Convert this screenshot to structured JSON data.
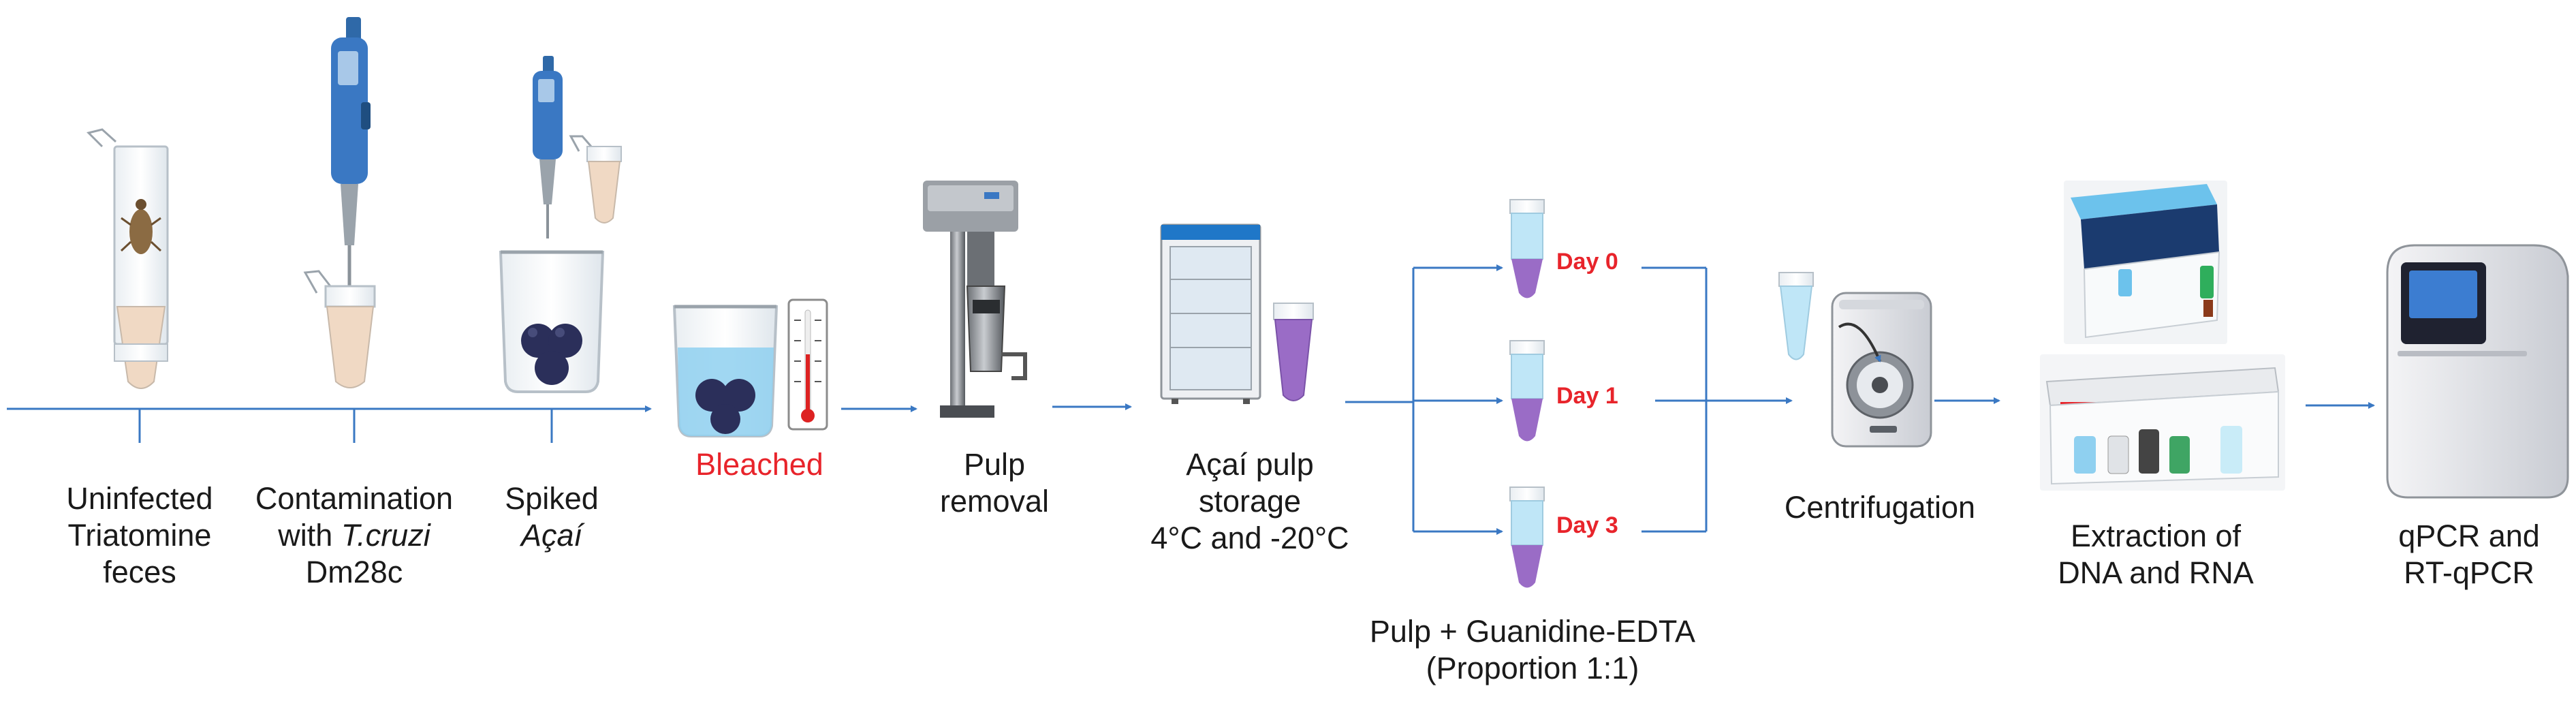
{
  "steps": {
    "uninfected": {
      "line1": "Uninfected",
      "line2": "Triatomine",
      "line3": "feces"
    },
    "contamination": {
      "line1": "Contamination",
      "line2_prefix": "with ",
      "line2_italic": "T.cruzi",
      "line3": "Dm28c"
    },
    "spiked": {
      "line1": "Spiked",
      "line2": "Açaí"
    },
    "bleached": {
      "label": "Bleached"
    },
    "pulp_removal": {
      "line1": "Pulp",
      "line2": "removal"
    },
    "storage": {
      "line1": "Açaí pulp",
      "line2": "storage",
      "line3": "4°C and -20°C"
    },
    "guanidine": {
      "line1": "Pulp + Guanidine-EDTA",
      "line2": "(Proportion 1:1)"
    },
    "centrifugation": {
      "label": "Centrifugation"
    },
    "extraction": {
      "line1": "Extraction of",
      "line2": "DNA and RNA"
    },
    "qpcr": {
      "line1": "qPCR and",
      "line2": "RT-qPCR"
    }
  },
  "days": [
    "Day 0",
    "Day 1",
    "Day 3"
  ],
  "colors": {
    "arrow": "#3a78c3",
    "accent_red": "#e8242b",
    "tube_liquid": "#f0d9c4",
    "pulp_purple": "#9a6cc6",
    "water_blue": "#8fd0f0",
    "pipette_blue": "#2f69a8",
    "acai_berry": "#2b2f5a"
  },
  "icons": [
    "pipette-icon",
    "microtube-icon",
    "beaker-icon",
    "thermometer-icon",
    "pulper-machine-icon",
    "refrigerator-icon",
    "centrifuge-icon",
    "extraction-kit-icon",
    "qpcr-machine-icon"
  ]
}
